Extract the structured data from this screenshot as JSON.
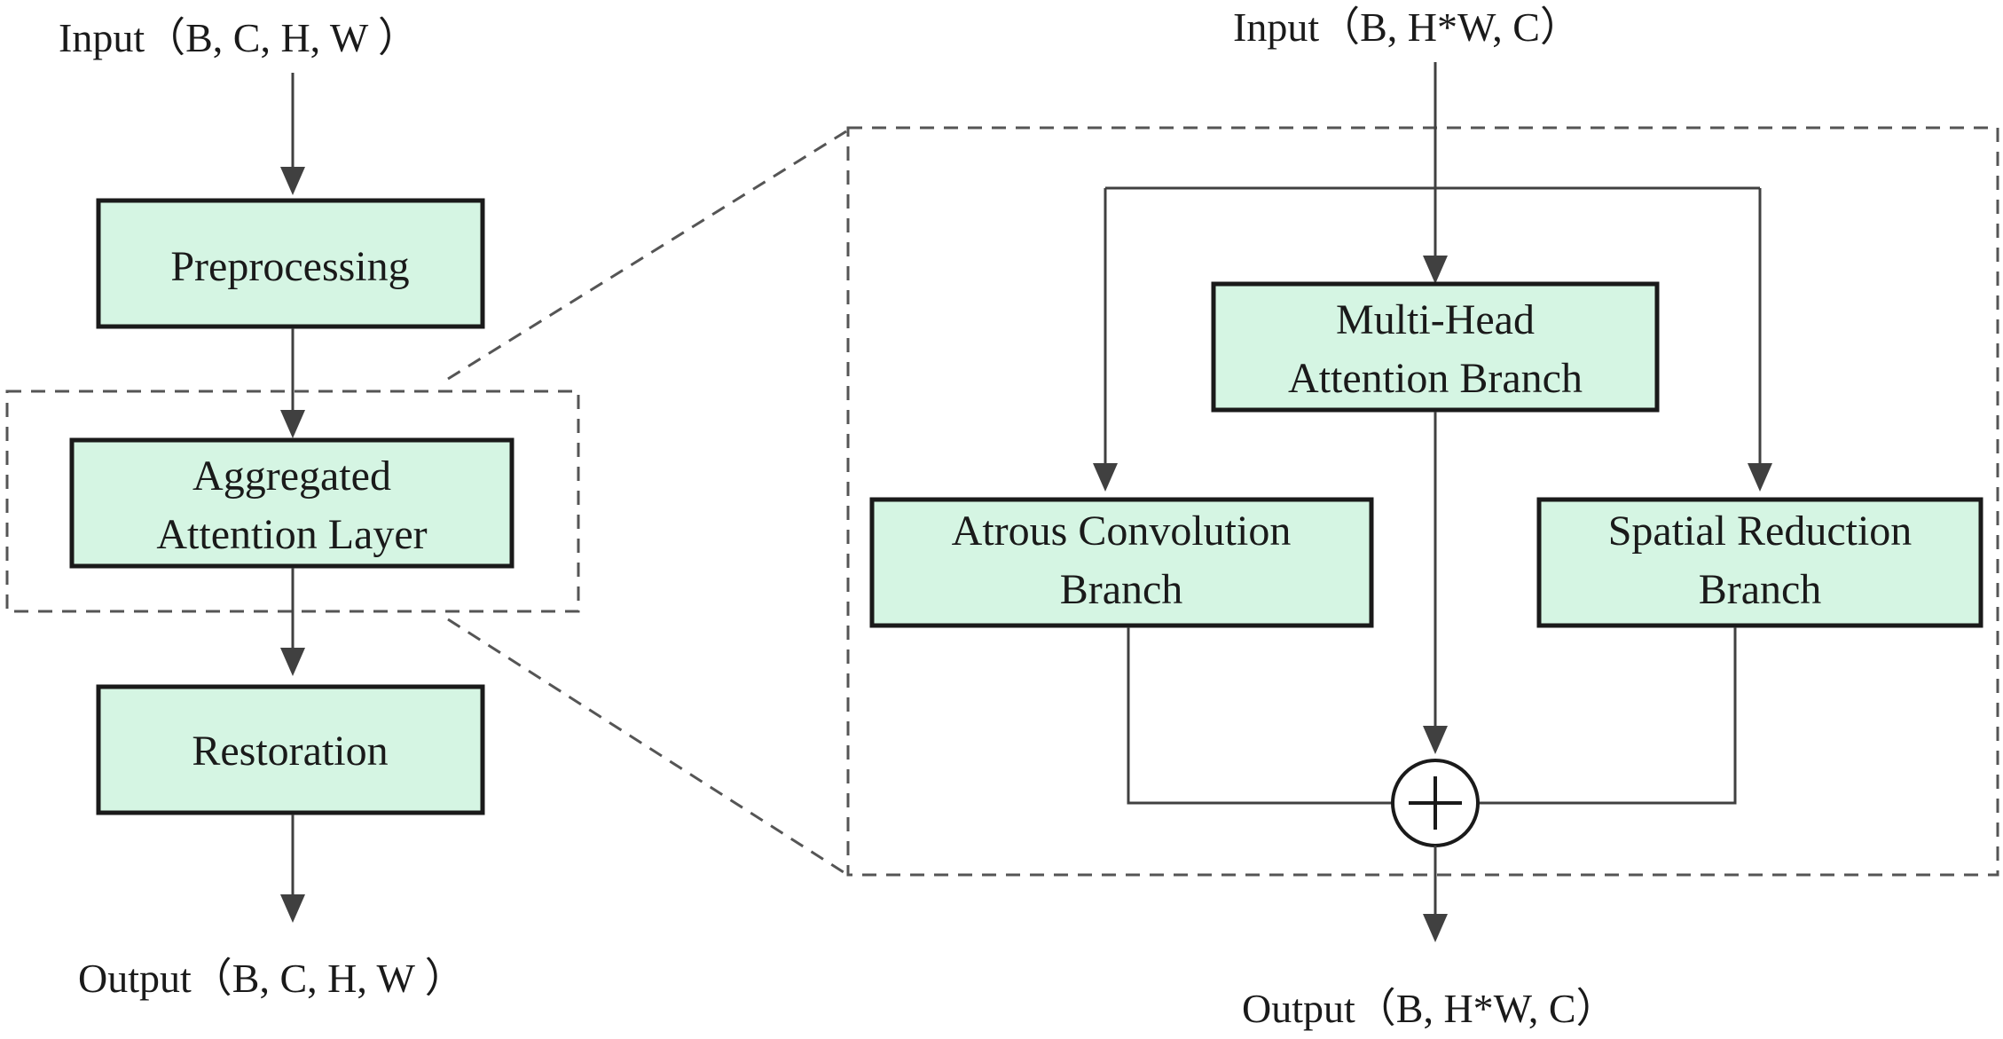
{
  "left_flow": {
    "input_label": "Input（B, C,  H, W ）",
    "preprocessing_label": "Preprocessing",
    "aggregated_line1": "Aggregated",
    "aggregated_line2": "Attention Layer",
    "restoration_label": "Restoration",
    "output_label": "Output（B, C,  H, W ）"
  },
  "right_detail": {
    "input_label": "Input（B, H*W, C）",
    "mha_line1": "Multi-Head",
    "mha_line2": "Attention Branch",
    "atrous_line1": "Atrous Convolution",
    "atrous_line2": "Branch",
    "spatial_line1": "Spatial Reduction",
    "spatial_line2": "Branch",
    "output_label": "Output（B, H*W, C）",
    "sum_symbol": "element-wise-sum"
  },
  "colors": {
    "box_fill": "#d5f5e3",
    "box_stroke": "#1a1a1a",
    "arrow": "#404040",
    "dashed": "#555555"
  }
}
